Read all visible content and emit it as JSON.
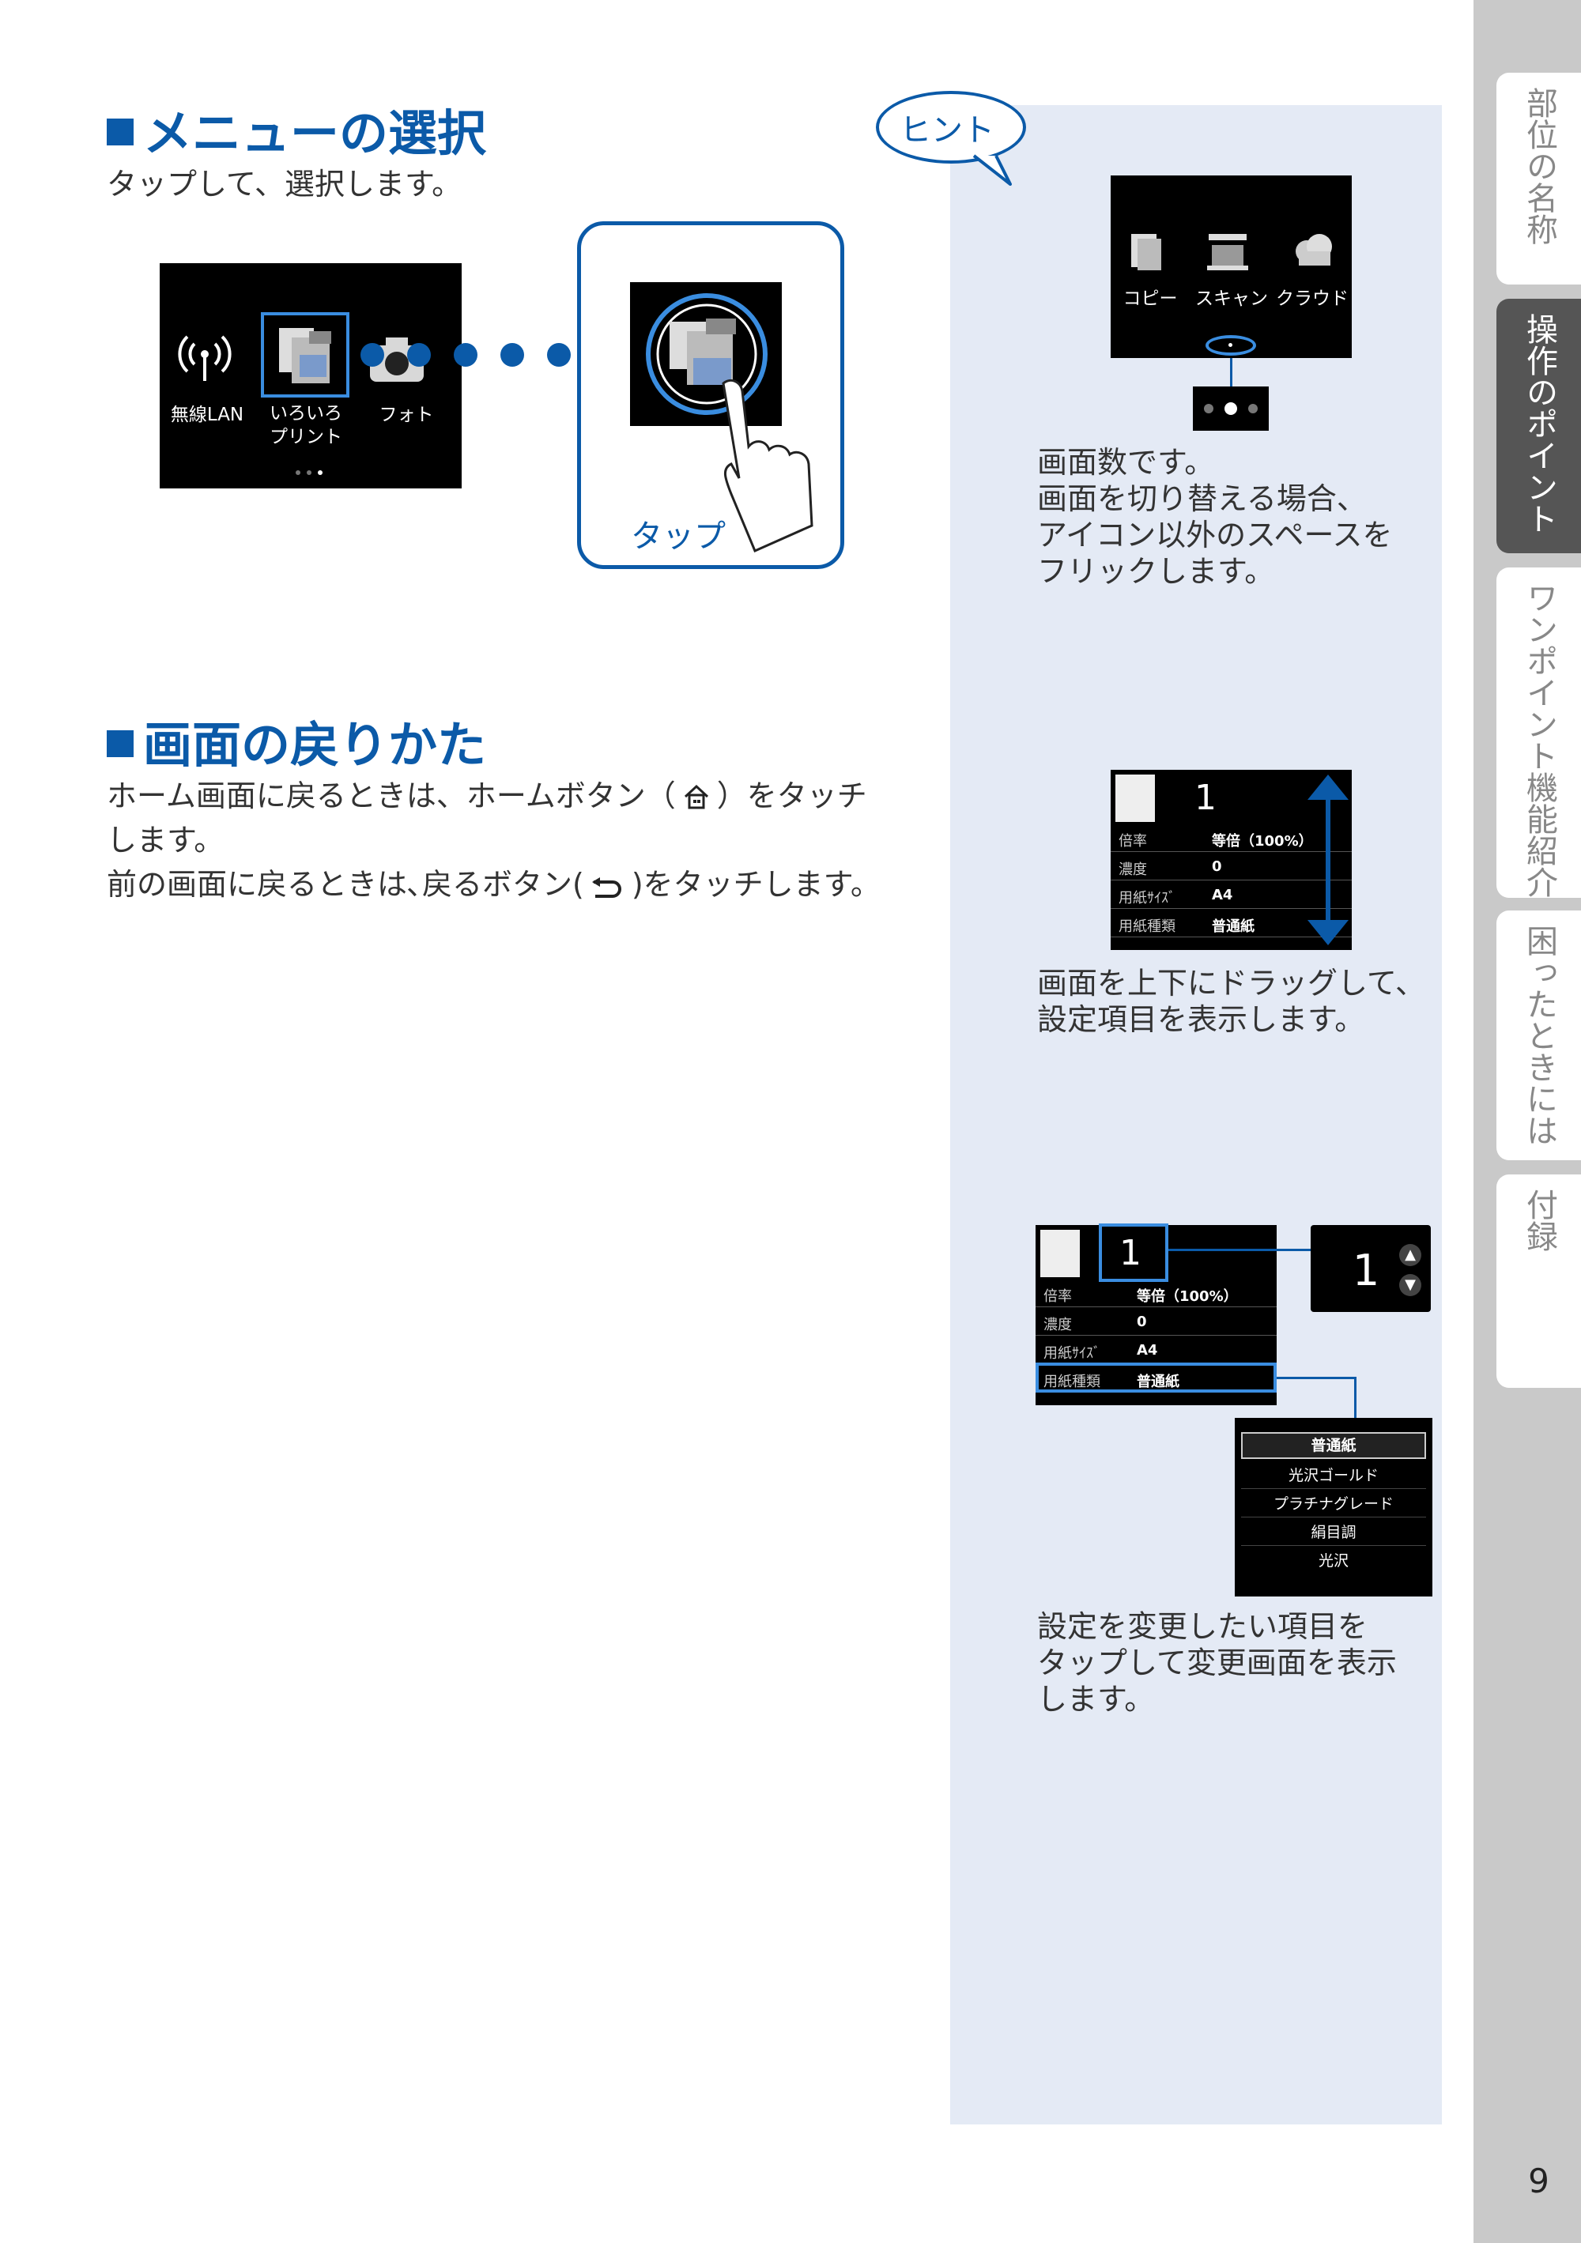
{
  "sections": {
    "menu": {
      "title": "メニューの選択",
      "body": "タップして、選択します。",
      "screen_labels": [
        "無線LAN",
        "いろいろ",
        "プリント",
        "フォト"
      ],
      "tap_label": "タップ"
    },
    "back": {
      "title": "画面の戻りかた",
      "line1": "ホーム画面に戻るときは、ホームボタン（",
      "line1_end": "）をタッチ",
      "line2": "します。",
      "line3": "前の画面に戻るときは､戻るボタン(",
      "line3_end": ")をタッチします。"
    }
  },
  "hint": {
    "bubble": "ヒント",
    "screen1_labels": [
      "コピー",
      "スキャン",
      "クラウド"
    ],
    "text1": [
      "画面数です。",
      "画面を切り替える場合、",
      "アイコン以外のスペースを",
      "フリックします。"
    ],
    "settings_number": "1",
    "settings_rows": [
      {
        "key": "倍率",
        "value": "等倍（100%）"
      },
      {
        "key": "濃度",
        "value": "0"
      },
      {
        "key": "用紙ｻｲｽﾞ",
        "value": "A4"
      },
      {
        "key": "用紙種類",
        "value": "普通紙"
      }
    ],
    "text2": [
      "画面を上下にドラッグして、",
      "設定項目を表示します。"
    ],
    "stepper_value": "1",
    "options": [
      "普通紙",
      "光沢ゴールド",
      "プラチナグレード",
      "絹目調",
      "光沢"
    ],
    "text3": [
      "設定を変更したい項目を",
      "タップして変更画面を表示",
      "します。"
    ]
  },
  "tabs": [
    "部位の名称",
    "操作のポイント",
    "ワンポイント機能紹介",
    "困ったときには",
    "付録"
  ],
  "active_tab": "操作のポイント",
  "page_number": "9"
}
